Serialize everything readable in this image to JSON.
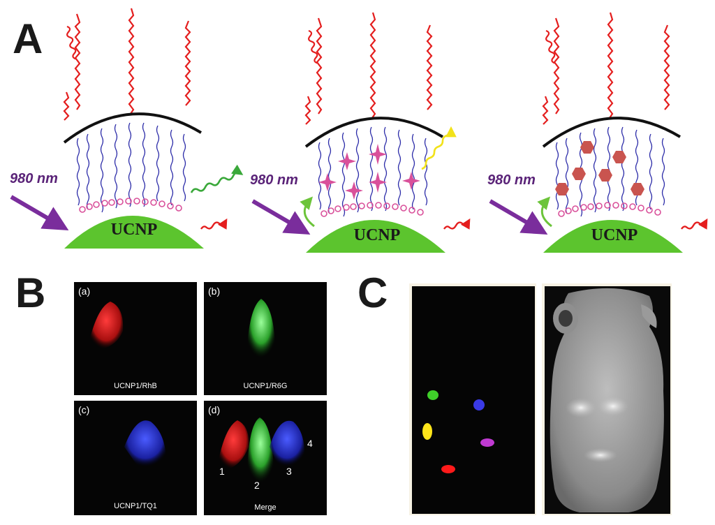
{
  "panel_a": {
    "letter": "A",
    "schemes": [
      {
        "excitation": "980 nm",
        "core": "UCNP"
      },
      {
        "excitation": "980 nm",
        "core": "UCNP"
      },
      {
        "excitation": "980 nm",
        "core": "UCNP"
      }
    ]
  },
  "panel_b": {
    "letter": "B",
    "tiles": [
      {
        "corner": "(a)",
        "caption": "UCNP1/RhB"
      },
      {
        "corner": "(b)",
        "caption": "UCNP1/R6G"
      },
      {
        "corner": "(c)",
        "caption": "UCNP1/TQ1"
      },
      {
        "corner": "(d)",
        "caption": "Merge"
      }
    ],
    "merge_numbers": [
      "1",
      "2",
      "3",
      "4"
    ]
  },
  "panel_c": {
    "letter": "C"
  },
  "colors": {
    "core": "#5cc42e",
    "ligand": "#2a2aa8",
    "shell": "#111111",
    "emission_red": "#e41e1e",
    "emission_green": "#3aa83a",
    "emission_yellow": "#f2e21a",
    "excitation": "#7a2d9c",
    "dye": "#d9509a",
    "quencher": "#c9544f"
  }
}
